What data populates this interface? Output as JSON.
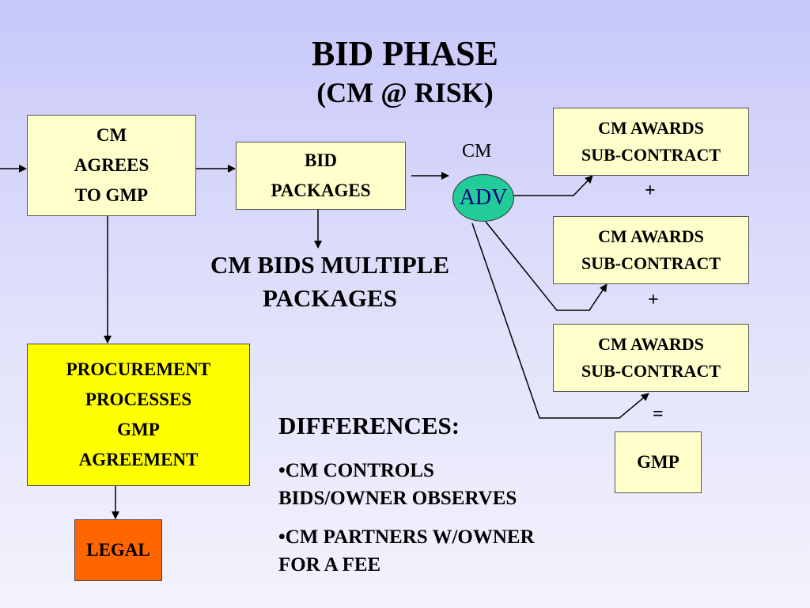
{
  "title": "BID PHASE",
  "subtitle": "(CM @ RISK)",
  "cm_agrees": [
    "CM",
    "AGREES",
    "TO GMP"
  ],
  "bid_packages": [
    "BID",
    "PACKAGES"
  ],
  "cm_label": "CM",
  "adv_label": "ADV",
  "multiple_note": [
    "CM BIDS MULTIPLE",
    "PACKAGES"
  ],
  "awards": [
    [
      "CM  AWARDS",
      "SUB-CONTRACT"
    ],
    [
      "CM  AWARDS",
      "SUB-CONTRACT"
    ],
    [
      "CM  AWARDS",
      "SUB-CONTRACT"
    ]
  ],
  "operators": [
    "+",
    "+",
    "="
  ],
  "gmp": "GMP",
  "procurement": [
    "PROCUREMENT",
    "PROCESSES",
    "GMP",
    "AGREEMENT"
  ],
  "legal": "LEGAL",
  "differences": {
    "heading": "DIFFERENCES:",
    "bullets": [
      [
        "•CM CONTROLS",
        "BIDS/OWNER OBSERVES"
      ],
      [
        "•CM PARTNERS W/OWNER",
        "FOR A FEE"
      ]
    ]
  }
}
